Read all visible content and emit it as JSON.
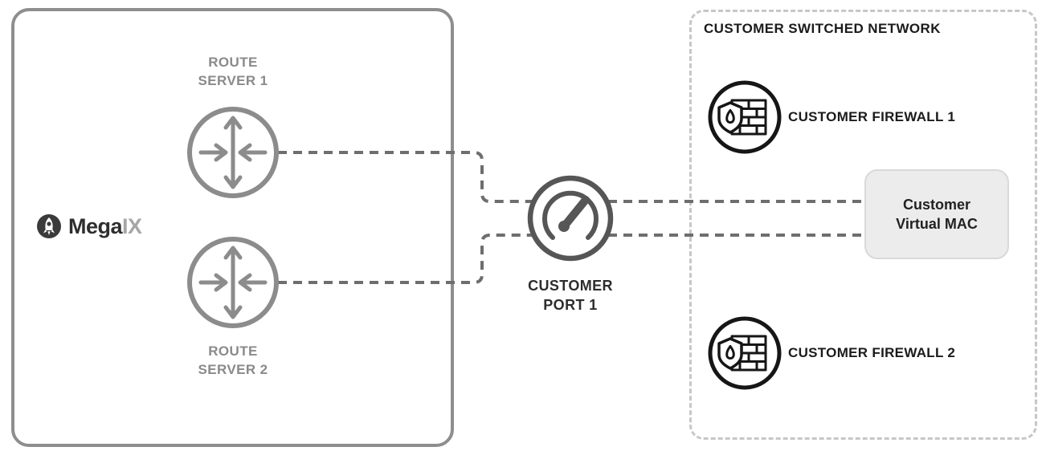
{
  "diagram": {
    "provider": {
      "name_bold": "Mega",
      "name_light": "IX"
    },
    "route_server_1": {
      "line1": "ROUTE",
      "line2": "SERVER 1"
    },
    "route_server_2": {
      "line1": "ROUTE",
      "line2": "SERVER 2"
    },
    "customer_port": {
      "line1": "CUSTOMER",
      "line2": "PORT 1"
    },
    "network": {
      "title": "CUSTOMER SWITCHED NETWORK",
      "firewall_1_label": "CUSTOMER FIREWALL 1",
      "firewall_2_label": "CUSTOMER FIREWALL 2",
      "virtual_mac": {
        "line1": "Customer",
        "line2": "Virtual MAC"
      }
    },
    "icons": {
      "route_server": "route-server-icon",
      "customer_port": "gauge-icon",
      "firewall": "firewall-icon",
      "provider_logo": "megaix-rocket-icon"
    },
    "colors": {
      "gray_stroke": "#8c8c8c",
      "port_stroke": "#565656",
      "firewall_stroke": "#161616",
      "dashed_line": "#6e6e6e",
      "network_border": "#c7c7c7",
      "mac_fill": "#ececec",
      "mac_border": "#d9d9d9",
      "label_gray": "#8a8a8a",
      "label_dark": "#1b1b1b"
    }
  }
}
